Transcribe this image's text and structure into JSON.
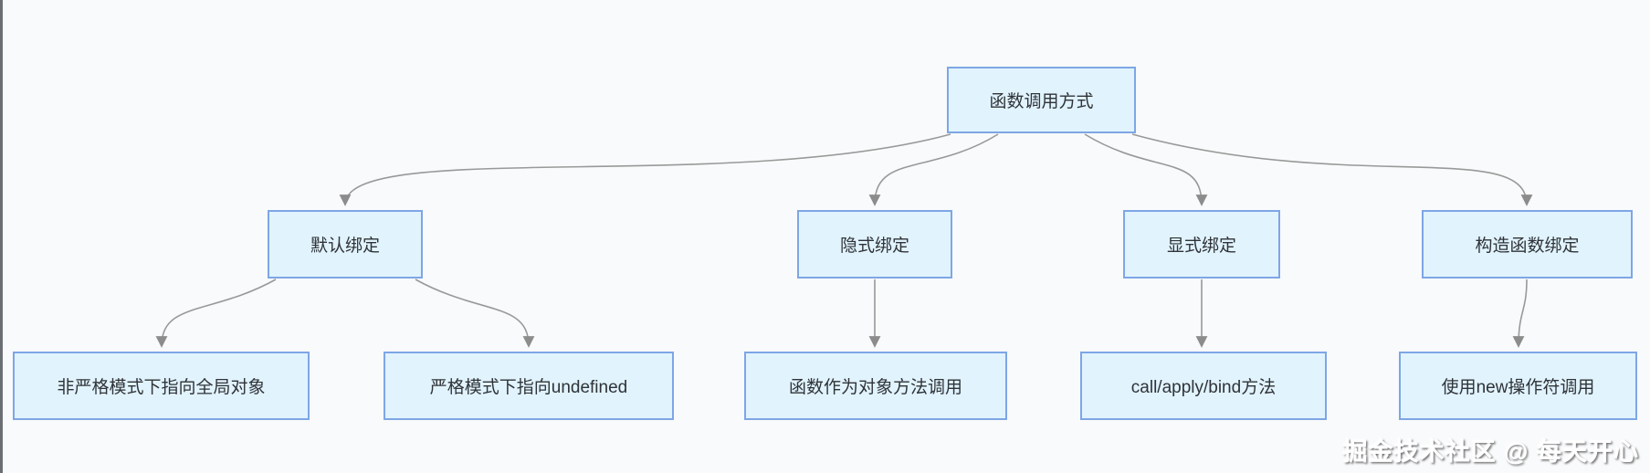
{
  "diagram": {
    "type": "mindmap",
    "topic": "函数调用方式",
    "nodes": {
      "root": {
        "label": "函数调用方式",
        "level": 0
      },
      "default_binding": {
        "label": "默认绑定",
        "level": 1
      },
      "implicit_binding": {
        "label": "隐式绑定",
        "level": 1
      },
      "explicit_binding": {
        "label": "显式绑定",
        "level": 1
      },
      "constructor_binding": {
        "label": "构造函数绑定",
        "level": 1
      },
      "nonstrict_global": {
        "label": "非严格模式下指向全局对象",
        "level": 2
      },
      "strict_undefined": {
        "label": "严格模式下指向undefined",
        "level": 2
      },
      "object_method_call": {
        "label": "函数作为对象方法调用",
        "level": 2
      },
      "call_apply_bind": {
        "label": "call/apply/bind方法",
        "level": 2
      },
      "new_operator": {
        "label": "使用new操作符调用",
        "level": 2
      }
    },
    "edges": [
      {
        "from": "root",
        "to": "default_binding"
      },
      {
        "from": "root",
        "to": "implicit_binding"
      },
      {
        "from": "root",
        "to": "explicit_binding"
      },
      {
        "from": "root",
        "to": "constructor_binding"
      },
      {
        "from": "default_binding",
        "to": "nonstrict_global"
      },
      {
        "from": "default_binding",
        "to": "strict_undefined"
      },
      {
        "from": "implicit_binding",
        "to": "object_method_call"
      },
      {
        "from": "explicit_binding",
        "to": "call_apply_bind"
      },
      {
        "from": "constructor_binding",
        "to": "new_operator"
      }
    ]
  },
  "watermark": {
    "text": "掘金技术社区 @ 每天开心"
  },
  "colors": {
    "background": "#f8fafb",
    "node_fill": "#e1f3fd",
    "node_border": "#7ea6e6",
    "connector": "#999999",
    "arrowhead": "#8c8c8c",
    "text": "#2f3338",
    "left_edge": "#6b6f73"
  }
}
